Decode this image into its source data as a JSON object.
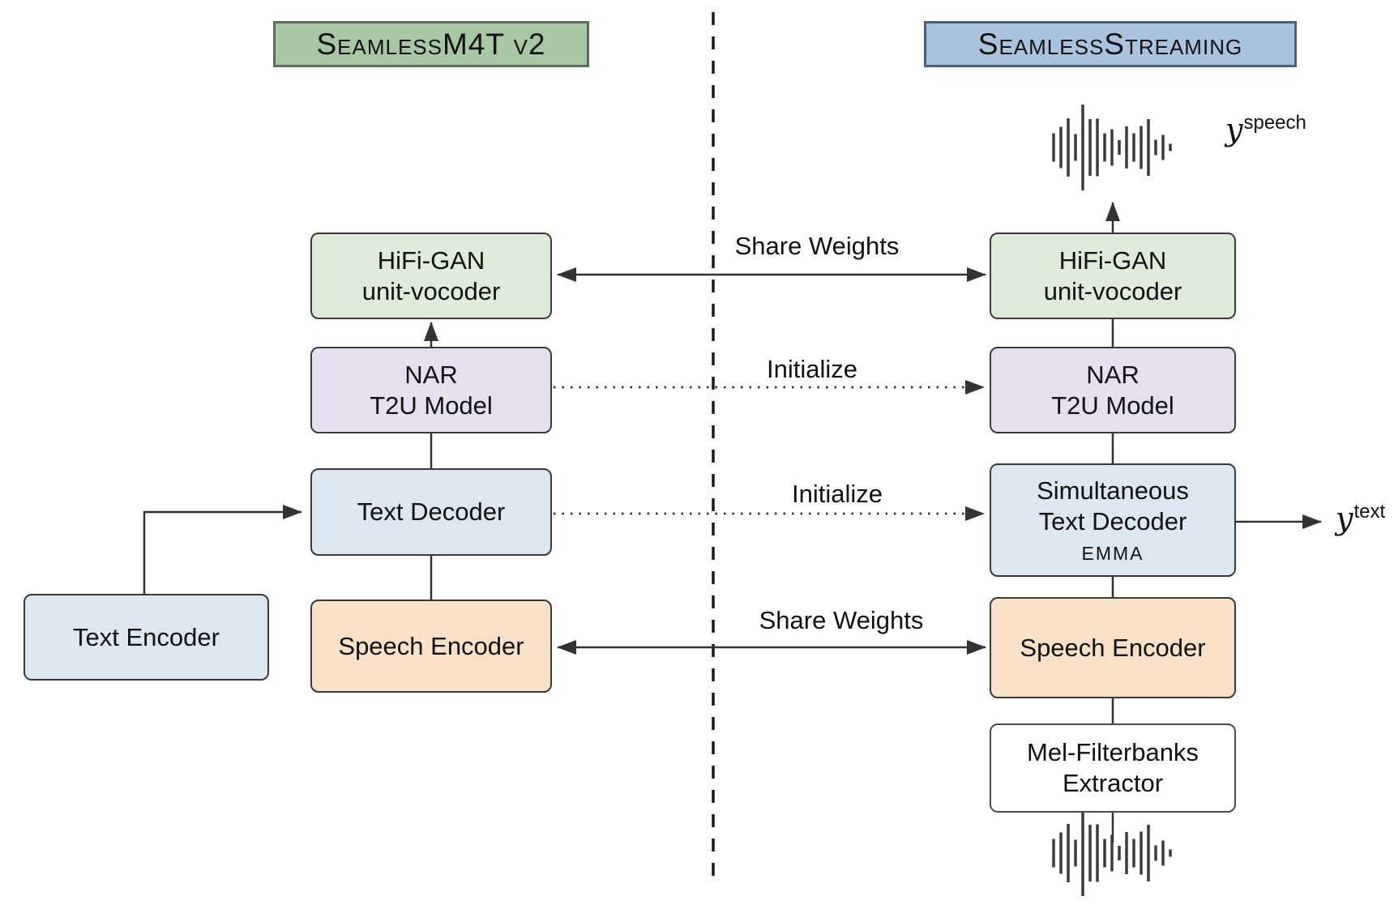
{
  "diagram": {
    "left": {
      "title": "SeamlessM4T v2",
      "hifi_gan": {
        "line1": "HiFi-GAN",
        "line2": "unit-vocoder"
      },
      "nar_t2u": {
        "line1": "NAR",
        "line2": "T2U Model"
      },
      "text_decoder": {
        "label": "Text Decoder"
      },
      "speech_encoder": {
        "label": "Speech Encoder"
      },
      "text_encoder": {
        "label": "Text Encoder"
      }
    },
    "right": {
      "title": "SeamlessStreaming",
      "hifi_gan": {
        "line1": "HiFi-GAN",
        "line2": "unit-vocoder"
      },
      "nar_t2u": {
        "line1": "NAR",
        "line2": "T2U Model"
      },
      "sim_text_decoder": {
        "line1": "Simultaneous",
        "line2": "Text Decoder",
        "sublabel": "EMMA"
      },
      "speech_encoder": {
        "label": "Speech Encoder"
      },
      "mel_filterbanks": {
        "line1": "Mel-Filterbanks",
        "line2": "Extractor"
      },
      "output_speech": {
        "base": "y",
        "superscript": "speech"
      },
      "output_text": {
        "base": "y",
        "superscript": "text"
      }
    },
    "connections": {
      "share_weights_top": {
        "label": "Share Weights"
      },
      "initialize_top": {
        "label": "Initialize"
      },
      "initialize_mid": {
        "label": "Initialize"
      },
      "share_weights_bottom": {
        "label": "Share Weights"
      }
    },
    "icons": {
      "output_waveform": "waveform-icon",
      "input_waveform": "waveform-icon"
    },
    "colors": {
      "title_green_fill": "#a7c6a3",
      "title_blue_fill": "#a9c3dd",
      "box_green_fill": "#dfecd9",
      "box_purple_fill": "#e6dff0",
      "box_blue_fill": "#dde7f1",
      "box_orange_fill": "#f8e1c7",
      "box_white_fill": "#ffffff",
      "stroke": "#333333"
    }
  }
}
